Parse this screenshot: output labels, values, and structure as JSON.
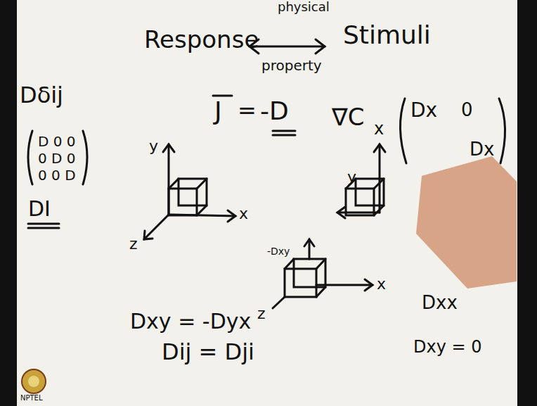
{
  "diagram": {
    "labels": [
      "physical",
      "Response",
      "Stimuli",
      "property",
      "J",
      "=",
      "-D",
      "∇C",
      "x",
      "Dx",
      "0",
      "Dx",
      "Dδij",
      "D 0 0",
      "0 D 0",
      "0 0 D",
      "DI",
      "y",
      "x",
      "z",
      "y",
      "-Dxy",
      "x",
      "z",
      "Dxy = -Dyx",
      "Dij = Dji",
      "Dxx",
      "Dxy = 0",
      "NPTEL"
    ]
  }
}
